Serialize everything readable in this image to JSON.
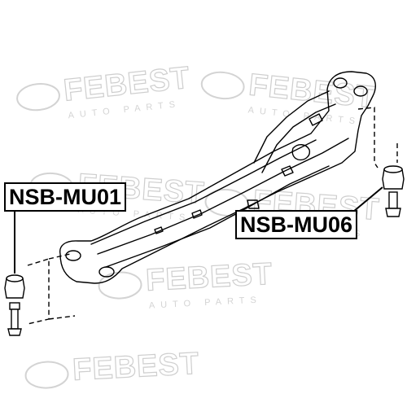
{
  "watermark": {
    "brand": "FEBEST",
    "tagline": "AUTO PARTS",
    "color": "#c9c9c9"
  },
  "callouts": {
    "left_part": "NSB-MU01",
    "right_part": "NSB-MU06"
  },
  "colors": {
    "line": "#000000",
    "background": "#ffffff"
  }
}
